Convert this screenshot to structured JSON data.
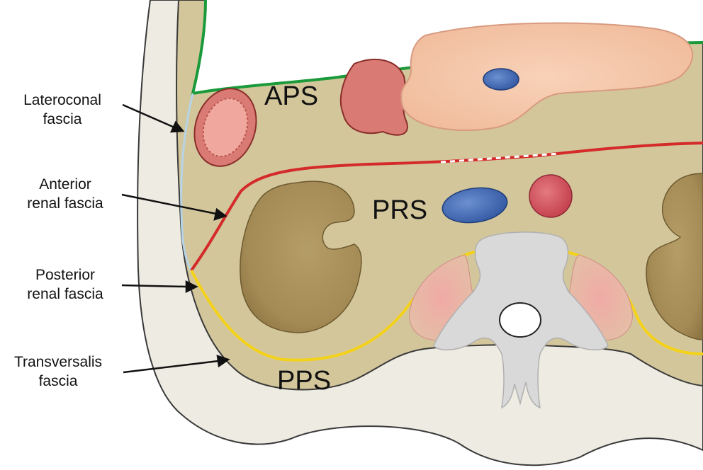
{
  "regions": {
    "aps": "APS",
    "prs": "PRS",
    "pps": "PPS"
  },
  "callouts": {
    "lateroconal": {
      "line1": "Lateroconal",
      "line2": "fascia"
    },
    "anterior_renal": {
      "line1": "Anterior",
      "line2": "renal fascia"
    },
    "posterior_renal": {
      "line1": "Posterior",
      "line2": "renal fascia"
    },
    "transversalis": {
      "line1": "Transversalis",
      "line2": "fascia"
    }
  },
  "colors": {
    "background": "#ffffff",
    "body_wall": "#eeebe2",
    "retroperitoneum": "#d3c69b",
    "peritoneum_line": "#1a9a3a",
    "anterior_renal_fascia": "#d42a2a",
    "posterior_renal_fascia": "#f4d21a",
    "lateroconal_fascia": "#b7d4e6",
    "kidney": "#a8905a",
    "colon": "#d97b74",
    "pancreas": "#f4c6aa",
    "vein": "#3c66b0",
    "artery": "#d0545e",
    "vertebra": "#d9d9d9",
    "psoas": "#e8a4a0"
  }
}
